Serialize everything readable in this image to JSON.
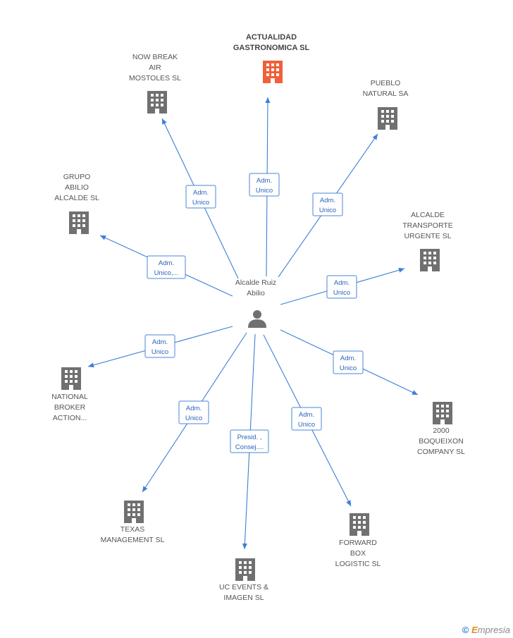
{
  "center": {
    "lines": [
      "Alcalde Ruiz",
      "Abilio"
    ],
    "icon": "person-icon"
  },
  "nodes": [
    {
      "id": "actualidad",
      "lines": [
        "ACTUALIDAD",
        "GASTRONOMICA SL"
      ],
      "highlight": true,
      "relation": [
        "Adm.",
        "Unico"
      ]
    },
    {
      "id": "nowbreak",
      "lines": [
        "NOW BREAK",
        "AIR",
        "MOSTOLES SL"
      ],
      "relation": [
        "Adm.",
        "Unico"
      ]
    },
    {
      "id": "pueblo",
      "lines": [
        "PUEBLO",
        "NATURAL SA"
      ],
      "relation": [
        "Adm.",
        "Unico"
      ]
    },
    {
      "id": "grupo",
      "lines": [
        "GRUPO",
        "ABILIO",
        "ALCALDE SL"
      ],
      "relation": [
        "Adm.",
        "Unico,..."
      ]
    },
    {
      "id": "transporte",
      "lines": [
        "ALCALDE",
        "TRANSPORTE",
        "URGENTE SL"
      ],
      "relation": [
        "Adm.",
        "Unico"
      ]
    },
    {
      "id": "national",
      "lines": [
        "NATIONAL",
        "BROKER",
        "ACTION..."
      ],
      "relation": [
        "Adm.",
        "Unico"
      ]
    },
    {
      "id": "boqueixon",
      "lines": [
        "2000",
        "BOQUEIXON",
        "COMPANY SL"
      ],
      "relation": [
        "Adm.",
        "Unico"
      ]
    },
    {
      "id": "texas",
      "lines": [
        "TEXAS",
        "MANAGEMENT SL"
      ],
      "relation": [
        "Adm.",
        "Unico"
      ]
    },
    {
      "id": "ucevents",
      "lines": [
        "UC EVENTS &",
        "IMAGEN SL"
      ],
      "relation": [
        "Presid. ,",
        "Consej...."
      ]
    },
    {
      "id": "forward",
      "lines": [
        "FORWARD",
        "BOX",
        "LOGISTIC SL"
      ],
      "relation": [
        "Adm.",
        "Unico"
      ]
    }
  ],
  "colors": {
    "edge": "#3b7fd6",
    "building": "#707070",
    "building_highlight": "#f0603a",
    "person": "#707070"
  },
  "branding": {
    "copyright": "©",
    "initial": "E",
    "rest": "mpresia"
  }
}
